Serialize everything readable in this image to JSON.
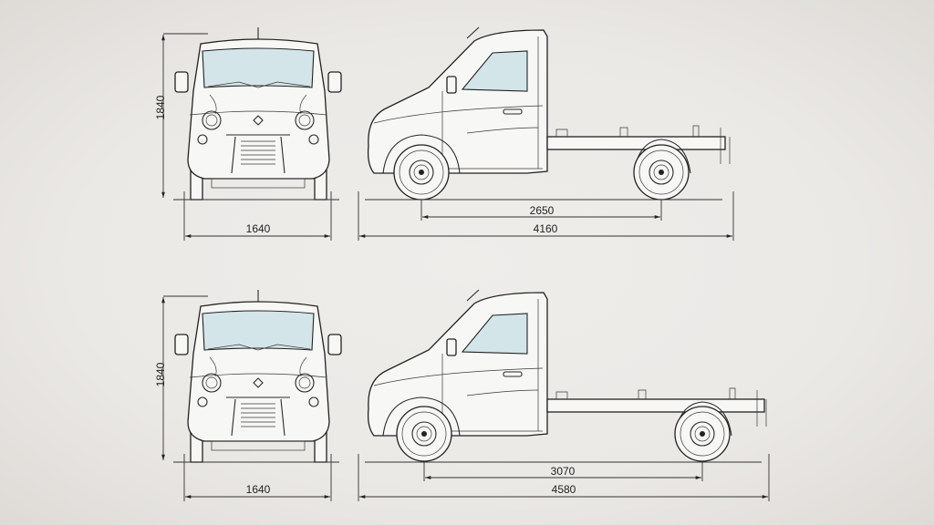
{
  "drawings": [
    {
      "variant": "short-wheelbase",
      "height": "1840",
      "track_width": "1640",
      "wheelbase": "2650",
      "overall_length": "4160"
    },
    {
      "variant": "long-wheelbase",
      "height": "1840",
      "track_width": "1640",
      "wheelbase": "3070",
      "overall_length": "4580"
    }
  ],
  "colors": {
    "background": "#ebe9e6",
    "glass": "#d3e5e9",
    "line": "#222222"
  }
}
